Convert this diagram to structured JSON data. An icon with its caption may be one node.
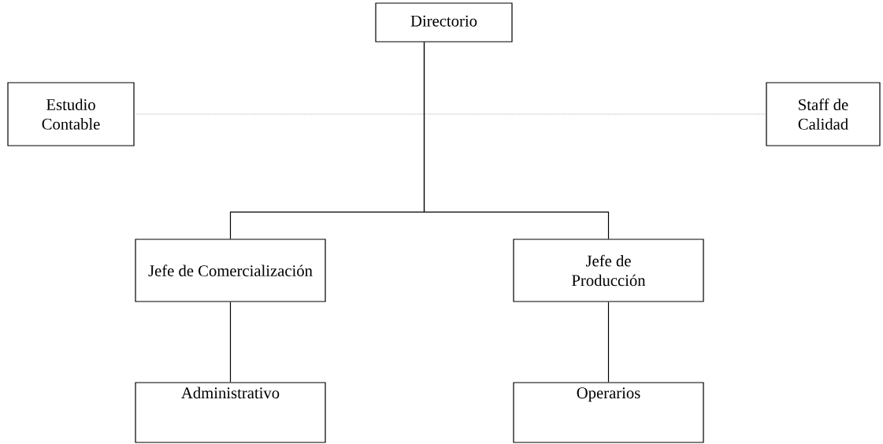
{
  "diagram": {
    "nodes": [
      {
        "text": [
          "Directorio"
        ]
      },
      {
        "text": [
          "Estudio Contable"
        ]
      },
      {
        "text": [
          "Staff de Calidad"
        ]
      },
      {
        "text": [
          "Jefe de Comercialización"
        ]
      },
      {
        "text": [
          "Jefe de Producción"
        ]
      },
      {
        "text": [
          "Administrativo"
        ]
      },
      {
        "text": [
          "Operarios"
        ]
      }
    ],
    "edges": [
      {
        "from": 1,
        "to": 2,
        "arrow": "none",
        "style": "dashed",
        "color": "#808080"
      },
      {
        "from": 0,
        "to": 3,
        "arrow": "none"
      },
      {
        "from": 0,
        "to": 4,
        "arrow": "none"
      },
      {
        "from": 3,
        "to": 5,
        "arrow": "none"
      },
      {
        "from": 4,
        "to": 6,
        "arrow": "none"
      }
    ]
  }
}
